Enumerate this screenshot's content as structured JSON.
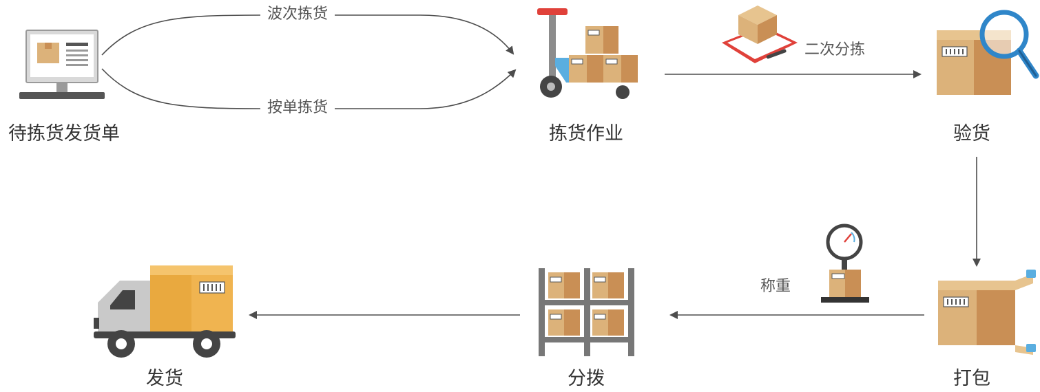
{
  "nodes": {
    "orders": {
      "label": "待拣货发货单",
      "icon": "computer-monitor-icon"
    },
    "picking": {
      "label": "拣货作业",
      "icon": "pallet-jack-icon"
    },
    "inspect": {
      "label": "验货",
      "icon": "magnifier-box-icon"
    },
    "pack": {
      "label": "打包",
      "icon": "packing-box-icon"
    },
    "sort": {
      "label": "分拨",
      "icon": "warehouse-shelf-icon"
    },
    "ship": {
      "label": "发货",
      "icon": "delivery-truck-icon"
    }
  },
  "edges": {
    "wave": {
      "label": "波次拣货"
    },
    "by_order": {
      "label": "按单拣货"
    },
    "secondary_sort": {
      "label": "二次分拣",
      "icon": "clipboard-box-icon"
    },
    "weigh": {
      "label": "称重",
      "icon": "weighing-scale-icon"
    }
  },
  "colors": {
    "line": "#4d4d4d",
    "box_light": "#dcb27a",
    "box_dark": "#c98f55",
    "truck_box": "#f0b450",
    "lens_blue": "#2f86c9",
    "cart_blue": "#5aaee0",
    "scale_red": "#e0413a"
  }
}
